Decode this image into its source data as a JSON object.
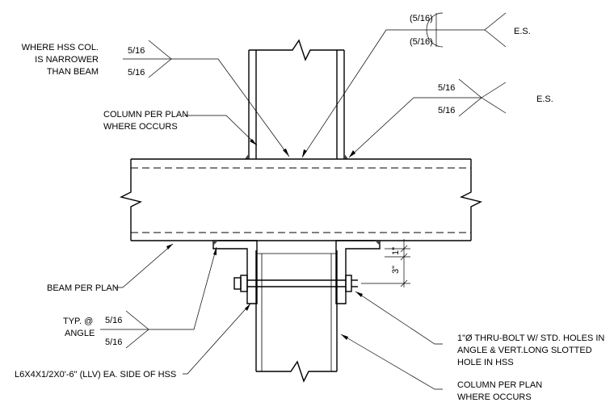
{
  "labels": {
    "hss_narrower_1": "WHERE HSS COL.",
    "hss_narrower_2": "IS NARROWER",
    "hss_narrower_3": "THAN BEAM",
    "column_top_1": "COLUMN PER PLAN",
    "column_top_2": "WHERE OCCURS",
    "beam": "BEAM PER PLAN",
    "typ_angle_1": "TYP. @",
    "typ_angle_2": "ANGLE",
    "angle_spec": "L6X4X1/2X0'-6\" (LLV) EA. SIDE OF HSS",
    "bolt_1": "1\"Ø THRU-BOLT W/ STD. HOLES IN",
    "bolt_2": "ANGLE & VERT.LONG SLOTTED",
    "bolt_3": "HOLE IN HSS",
    "column_bot_1": "COLUMN PER PLAN",
    "column_bot_2": "WHERE OCCURS"
  },
  "welds": {
    "hss_top": "5/16",
    "hss_bot": "5/16",
    "field_top": "(5/16)",
    "field_bot": "(5/16)",
    "field_tail": "E.S.",
    "col_top": "5/16",
    "col_bot": "5/16",
    "col_tail": "E.S.",
    "angle_top": "5/16",
    "angle_bot": "5/16"
  },
  "dimensions": {
    "upper": "1\"",
    "lower": "3\""
  }
}
